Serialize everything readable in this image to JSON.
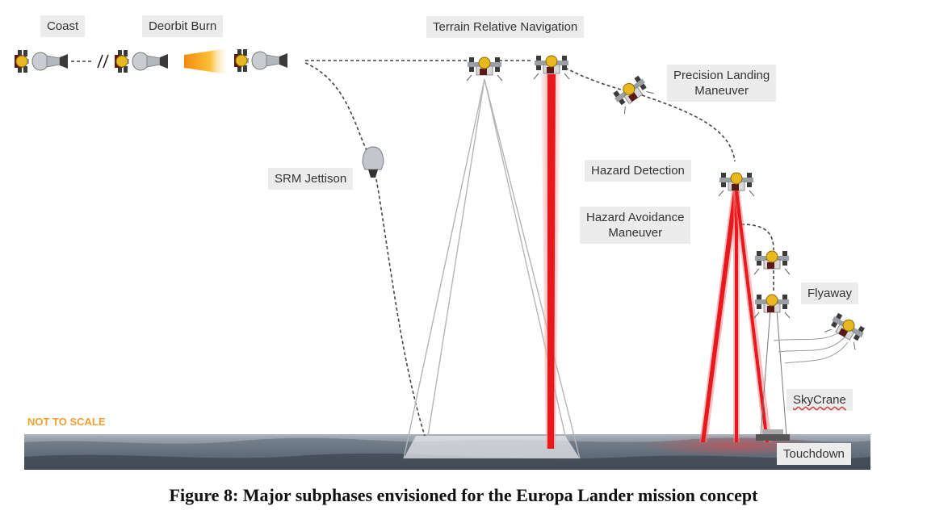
{
  "labels": {
    "coast": "Coast",
    "deorbit_burn": "Deorbit Burn",
    "terrain_relative_navigation": "Terrain Relative Navigation",
    "precision_landing_maneuver": "Precision Landing\nManeuver",
    "srm_jettison": "SRM Jettison",
    "hazard_detection": "Hazard Detection",
    "hazard_avoidance_maneuver": "Hazard Avoidance\nManeuver",
    "flyaway": "Flyaway",
    "skycrane": "SkyCrane",
    "touchdown": "Touchdown",
    "not_to_scale": "NOT TO SCALE"
  },
  "caption": "Figure 8: Major subphases envisioned for the Europa Lander mission concept",
  "colors": {
    "trajectory": "#444444",
    "laser": "#e8191c",
    "laser_glow": "#f2a0a0",
    "burn_flame": "#f7a21b",
    "ground": "#7d8894",
    "label_bg": "#ececec",
    "warning": "#f0a030"
  },
  "icons": [
    "lander-icon",
    "srm-icon",
    "break-marker-icon"
  ]
}
